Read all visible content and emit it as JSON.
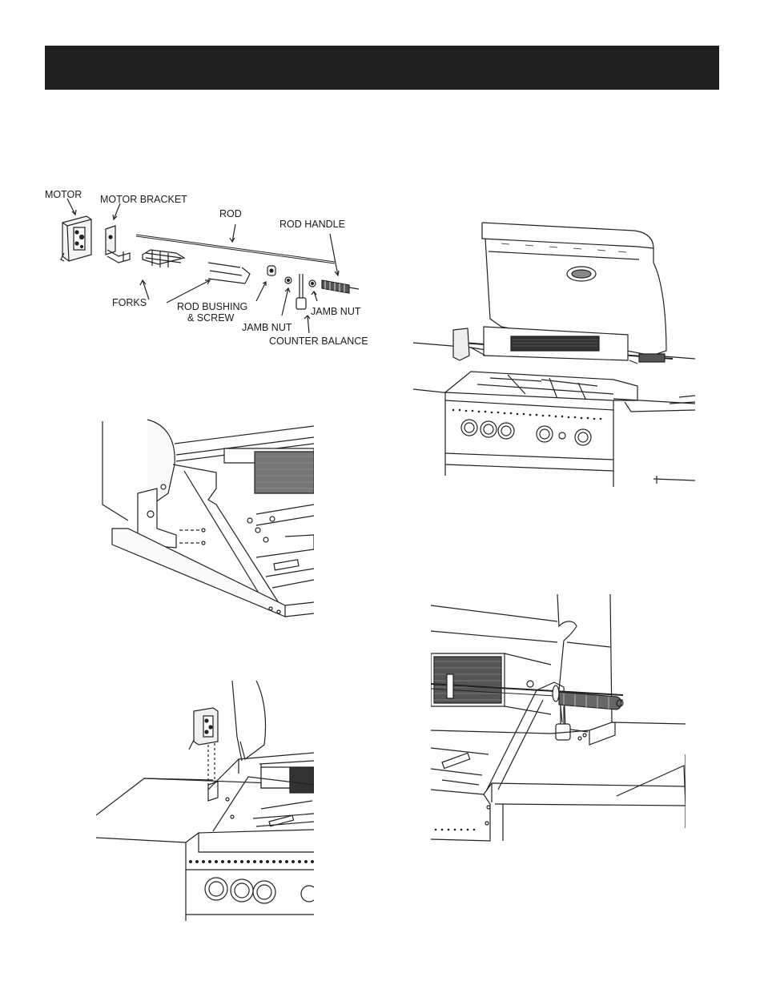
{
  "header": {
    "bar_color": "#1e1e1e"
  },
  "parts_diagram": {
    "labels": {
      "motor": "MOTOR",
      "motor_bracket": "MOTOR BRACKET",
      "rod": "ROD",
      "rod_handle": "ROD HANDLE",
      "forks": "FORKS",
      "rod_bushing_line1": "ROD BUSHING",
      "rod_bushing_line2": "& SCREW",
      "jamb_nut_left": "JAMB NUT",
      "jamb_nut_right": "JAMB NUT",
      "counter_balance": "COUNTER BALANCE"
    }
  },
  "illustrations": {
    "bracket_mounting": "bracket-mounting-illustration",
    "motor_mounting": "motor-mounting-illustration",
    "grill_assembled": "grill-rotisserie-assembled-illustration",
    "counter_balance_detail": "counter-balance-detail-illustration"
  }
}
